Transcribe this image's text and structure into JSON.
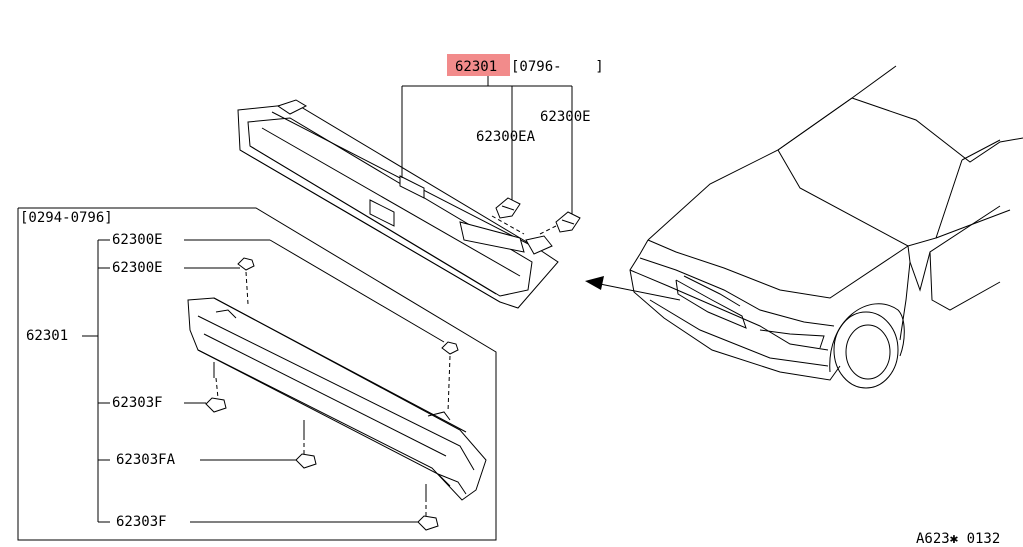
{
  "upper": {
    "part_main": "62301",
    "part_main_date": "[0796-    ]",
    "part_e": "62300E",
    "part_ea": "62300EA"
  },
  "inset": {
    "date_range": "[0294-0796]",
    "part_main": "62301",
    "part_e_1": "62300E",
    "part_e_2": "62300E",
    "part_f_1": "62303F",
    "part_fa": "62303FA",
    "part_f_2": "62303F"
  },
  "footer": {
    "diagram_code": "A623✱ 0132"
  },
  "colors": {
    "highlight": "#f28b8b",
    "ink": "#000000",
    "paper": "#ffffff"
  }
}
